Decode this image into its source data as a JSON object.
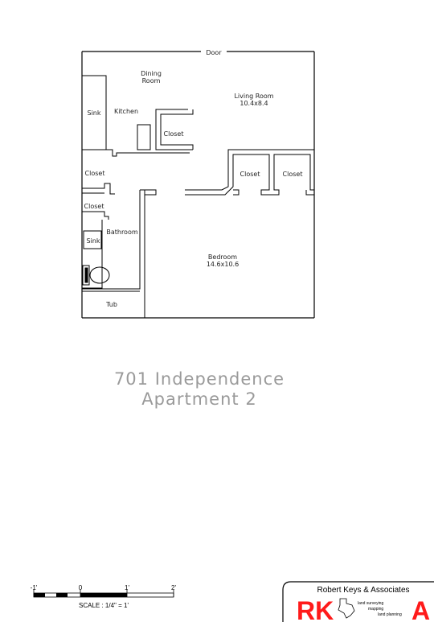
{
  "plan": {
    "door_label": "Door",
    "rooms": {
      "dining": "Dining",
      "dining_2": "Room",
      "kitchen": "Kitchen",
      "sink_kitchen": "Sink",
      "closet_kitchen": "Closet",
      "living": "Living Room",
      "living_dim": "10.4x8.4",
      "closet_hall": "Closet",
      "closet_bed_1": "Closet",
      "closet_bed_2": "Closet",
      "closet_bath": "Closet",
      "sink_bath": "Sink",
      "bathroom": "Bathroom",
      "bedroom": "Bedroom",
      "bedroom_dim": "14.6x10.6",
      "tub": "Tub"
    }
  },
  "title": {
    "line1": "701 Independence",
    "line2": "Apartment 2"
  },
  "scale": {
    "tick_labels": [
      "-1'",
      "0",
      "1'",
      "2'"
    ],
    "label": "SCALE : 1/4\" = 1'"
  },
  "logo": {
    "company": "Robert Keys & Associates",
    "letters_left": "RK",
    "letter_right": "A",
    "services": [
      "land surveying",
      "mapping",
      "land planning"
    ],
    "accent_color": "#ff1a1a"
  }
}
